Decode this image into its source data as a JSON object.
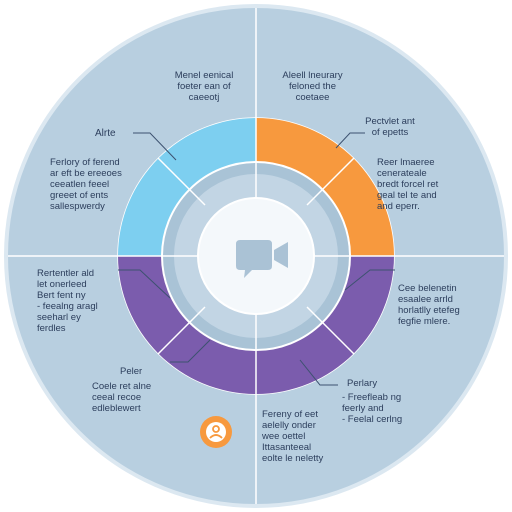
{
  "colors": {
    "outer_disc": "#b8cfe0",
    "outer_border": "#dce8f1",
    "divider": "#ffffff",
    "ring_mid": "#a9c3d6",
    "ring_inner": "#c4d7e5",
    "center_disc": "#f4f8fb",
    "camera_icon": "#aac2d5",
    "blue_segment": "#7dcff0",
    "orange_segment": "#f7993e",
    "purple_segment": "#7b5cad",
    "orange_badge": "#f7993e",
    "leader_line": "#3d5270",
    "text": "#2c3e5c"
  },
  "icons": {
    "center": "video-camera-chat-icon",
    "badge": "person-badge-icon"
  },
  "labels": {
    "top_left": "Menel eenical\nfoeter ean of\ncaeeotj",
    "top_right": "Aleell lneurary\nfeloned the\ncoetaee",
    "blue_title": "Alrte",
    "blue_desc": "Ferlory of ferend\nar eft be ereeoes\nceeatlen feeel\ngreeet of ents\nsallespwerdy",
    "orange_title": "Pectvlet ant\nof epetts",
    "orange_desc": "Reer lmaeree\ncenerateale\nbredt forcel ret\ngeal tel te and\nand eperr.",
    "purple_left": "Rertentler ald\nlet onerleed\nBert fent ny\n- feealng aragl\nseeharl ey\nferdles",
    "purple_right": "Cee belenetin\nesaalee arrld\nhorlatlly etefeg\nfegfie mlere.",
    "bottom_left_title": "Peler",
    "bottom_left_desc": "Coele ret alne\nceeal recoe\nedleblewert",
    "bottom_right_title": "Perlary",
    "bottom_right_desc": "- Freefleab ng\nfeerly and\n- Feelal cerlng",
    "bottom_center": "Fereny of eet\naelelly onder\nwee oettel\nIttasanteeal\neolte le neletty"
  }
}
